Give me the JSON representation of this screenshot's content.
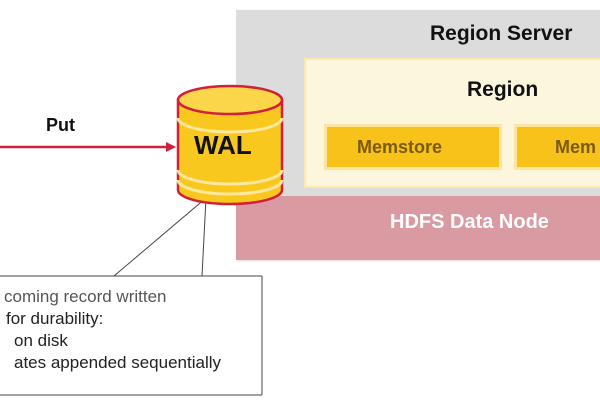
{
  "diagram": {
    "region_server": {
      "title": "Region Server"
    },
    "region": {
      "title": "Region"
    },
    "memstores": [
      {
        "label": "Memstore"
      },
      {
        "label": "Mem"
      }
    ],
    "hdfs": {
      "title": "HDFS Data Node"
    },
    "put": {
      "label": "Put"
    },
    "wal": {
      "label": "WAL"
    },
    "callout": {
      "lines": [
        "coming record written",
        "for durability:",
        "on disk",
        "ates appended sequentially"
      ]
    }
  },
  "colors": {
    "server_bg": "#dcdcdc",
    "hdfs_band": "#d99aa2",
    "region_bg": "#fbf6dc",
    "memstore_fill": "#f7c21a",
    "wal_fill": "#f9c81f",
    "wal_stroke": "#d0203a",
    "arrow": "#d0203a"
  }
}
